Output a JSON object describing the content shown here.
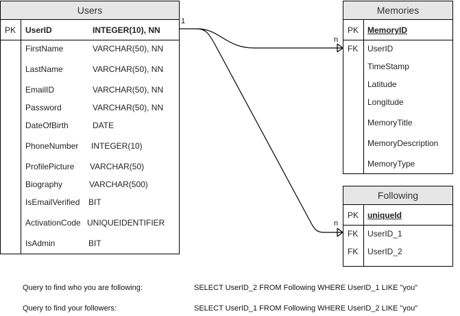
{
  "users": {
    "title": "Users",
    "pk_key": "PK",
    "pk_field": "UserID",
    "pk_type": "INTEGER(10), NN",
    "fields": [
      {
        "name": "FirstName",
        "type": "VARCHAR(50), NN"
      },
      {
        "name": "LastName",
        "type": "VARCHAR(50), NN"
      },
      {
        "name": "EmailID",
        "type": "VARCHAR(50), NN"
      },
      {
        "name": "Password",
        "type": "VARCHAR(50), NN"
      },
      {
        "name": "DateOfBirth",
        "type": "DATE"
      },
      {
        "name": "PhoneNumber",
        "type": "INTEGER(10)"
      },
      {
        "name": "ProfilePicture",
        "type": "VARCHAR(50)"
      },
      {
        "name": "Biography",
        "type": "VARCHAR(500)"
      },
      {
        "name": "IsEmailVerified",
        "type": "BIT"
      },
      {
        "name": "ActivationCode",
        "type": "UNIQUEIDENTIFIER"
      },
      {
        "name": "IsAdmin",
        "type": "BIT"
      }
    ]
  },
  "memories": {
    "title": "Memories",
    "pk_key": "PK",
    "pk_field": "MemoryID",
    "fk_key": "FK",
    "fields": [
      "UserID",
      "TimeStamp",
      "Latitude",
      "Longitude",
      "MemoryTitle",
      "MemoryDescription",
      "MemoryType"
    ]
  },
  "following": {
    "title": "Following",
    "pk_key": "PK",
    "pk_field": "uniqueId",
    "fields": [
      {
        "key": "FK",
        "name": "UserID_1"
      },
      {
        "key": "FK",
        "name": "UserID_2"
      }
    ]
  },
  "relations": {
    "one_label": "1",
    "many_label_memories": "n",
    "many_label_following": "n"
  },
  "queries": [
    {
      "label": "Query to find who you are following:",
      "sql": "SELECT UserID_2 FROM Following WHERE UserID_1 LIKE \"you\""
    },
    {
      "label": "Query to find your followers:",
      "sql": "SELECT UserID_1 FROM Following WHERE UserID_2 LIKE \"you\""
    }
  ]
}
